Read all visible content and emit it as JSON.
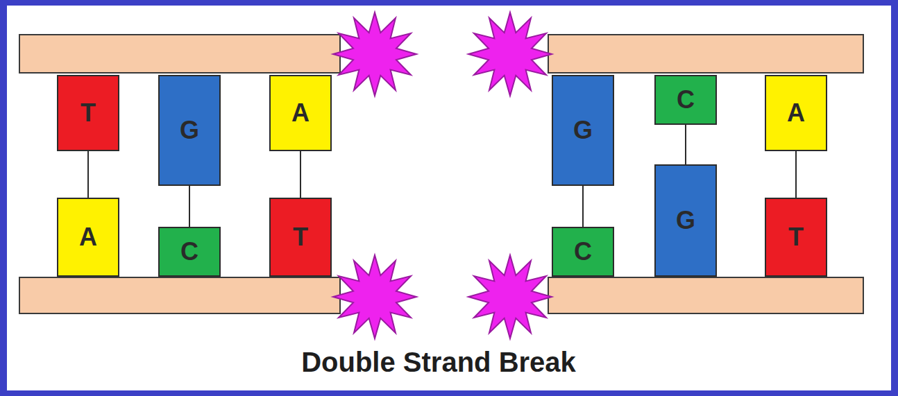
{
  "diagram": {
    "nodes": [
      {
        "text": [
          "T"
        ]
      },
      {
        "text": [
          "G"
        ]
      },
      {
        "text": [
          "A"
        ]
      },
      {
        "text": [
          "G"
        ]
      },
      {
        "text": [
          "C"
        ]
      },
      {
        "text": [
          "A"
        ]
      },
      {
        "text": [
          "A"
        ]
      },
      {
        "text": [
          "C"
        ]
      },
      {
        "text": [
          "T"
        ]
      },
      {
        "text": [
          "C"
        ]
      },
      {
        "text": [
          "G"
        ]
      },
      {
        "text": [
          "T"
        ]
      }
    ],
    "edges": [
      {
        "from": 0,
        "to": 6,
        "arrow": "none"
      },
      {
        "from": 1,
        "to": 7,
        "arrow": "none"
      },
      {
        "from": 2,
        "to": 8,
        "arrow": "none"
      },
      {
        "from": 3,
        "to": 9,
        "arrow": "none"
      },
      {
        "from": 4,
        "to": 10,
        "arrow": "none"
      },
      {
        "from": 5,
        "to": 11,
        "arrow": "none"
      }
    ],
    "labels": [
      "Double Strand Break"
    ]
  }
}
